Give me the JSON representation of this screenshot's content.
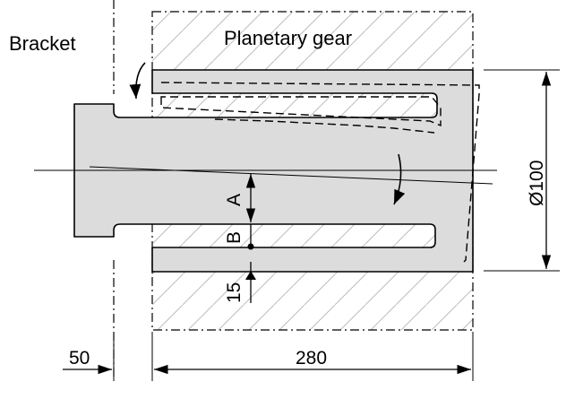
{
  "labels": {
    "bracket": "Bracket",
    "planetary_gear": "Planetary gear",
    "point_a": "A",
    "point_b": "B"
  },
  "dimensions": {
    "left_offset": "50",
    "length": "280",
    "diameter": "Ø100",
    "gap": "15"
  },
  "colors": {
    "part_fill": "#dcdcdc",
    "line": "#000000",
    "hatch": "#bdbdbd"
  },
  "icons": {
    "bracket_arrow": "curved-arrow-down-icon",
    "rotation_arrow": "curved-arrow-down-icon",
    "center_point": "dot-icon"
  }
}
